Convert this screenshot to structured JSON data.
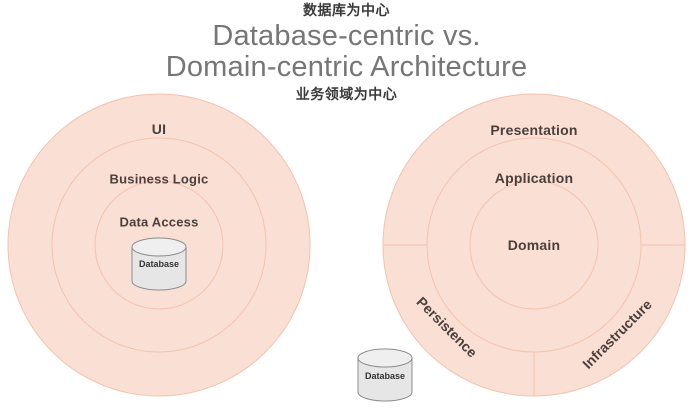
{
  "header": {
    "annotation_top": "数据库为中心",
    "annotation_bottom": "业务领域为中心",
    "title_line1": "Database-centric vs.",
    "title_line2": "Domain-centric Architecture"
  },
  "colors": {
    "ring_fill": "#fadfd5",
    "ring_stroke": "#f3c3ae",
    "label_text": "#4a3f3a",
    "title_text": "#767676",
    "annotation_text": "#3a3a3a",
    "cylinder_fill": "#e6e6e6",
    "cylinder_top": "#efefef",
    "cylinder_stroke": "#8c8c8c",
    "background": "#ffffff"
  },
  "left_diagram": {
    "name": "database-centric-architecture",
    "rings": [
      {
        "label": "UI",
        "level": 1
      },
      {
        "label": "Business Logic",
        "level": 2
      },
      {
        "label": "Data Access",
        "level": 3
      }
    ],
    "core": {
      "label": "Database",
      "shape": "cylinder"
    }
  },
  "right_diagram": {
    "name": "domain-centric-architecture",
    "rings": [
      {
        "label": "Presentation",
        "level": 1
      },
      {
        "label": "Application",
        "level": 2
      },
      {
        "label": "Domain",
        "level": 3
      }
    ],
    "sectors": [
      {
        "label": "Persistence",
        "position": "bottom-left",
        "rotation": 45
      },
      {
        "label": "Infrastructure",
        "position": "bottom-right",
        "rotation": -45
      }
    ]
  },
  "external_database": {
    "label": "Database",
    "shape": "cylinder"
  }
}
